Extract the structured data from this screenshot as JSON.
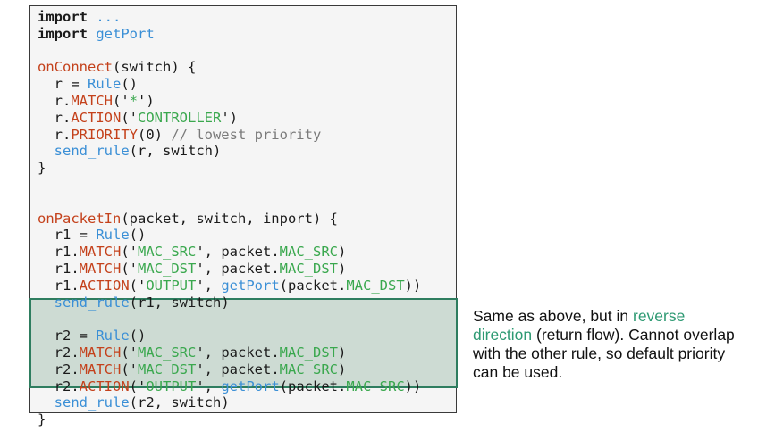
{
  "code_lines": [
    [
      {
        "t": "import",
        "c": "kw"
      },
      {
        "t": " ",
        "c": "plain"
      },
      {
        "t": "...",
        "c": "fn"
      }
    ],
    [
      {
        "t": "import",
        "c": "kw"
      },
      {
        "t": " ",
        "c": "plain"
      },
      {
        "t": "getPort",
        "c": "fn"
      }
    ],
    [],
    [
      {
        "t": "onConnect",
        "c": "call"
      },
      {
        "t": "(switch) {",
        "c": "plain"
      }
    ],
    [
      {
        "t": "  r = ",
        "c": "plain"
      },
      {
        "t": "Rule",
        "c": "fn"
      },
      {
        "t": "()",
        "c": "plain"
      }
    ],
    [
      {
        "t": "  r.",
        "c": "plain"
      },
      {
        "t": "MATCH",
        "c": "call"
      },
      {
        "t": "('",
        "c": "plain"
      },
      {
        "t": "*",
        "c": "str"
      },
      {
        "t": "')",
        "c": "plain"
      }
    ],
    [
      {
        "t": "  r.",
        "c": "plain"
      },
      {
        "t": "ACTION",
        "c": "call"
      },
      {
        "t": "('",
        "c": "plain"
      },
      {
        "t": "CONTROLLER",
        "c": "str"
      },
      {
        "t": "')",
        "c": "plain"
      }
    ],
    [
      {
        "t": "  r.",
        "c": "plain"
      },
      {
        "t": "PRIORITY",
        "c": "call"
      },
      {
        "t": "(0) ",
        "c": "plain"
      },
      {
        "t": "// lowest priority",
        "c": "cmt"
      }
    ],
    [
      {
        "t": "  ",
        "c": "plain"
      },
      {
        "t": "send_rule",
        "c": "fn"
      },
      {
        "t": "(r, switch)",
        "c": "plain"
      }
    ],
    [
      {
        "t": "}",
        "c": "plain"
      }
    ],
    [],
    [],
    [
      {
        "t": "onPacketIn",
        "c": "call"
      },
      {
        "t": "(packet, switch, inport) {",
        "c": "plain"
      }
    ],
    [
      {
        "t": "  r1 = ",
        "c": "plain"
      },
      {
        "t": "Rule",
        "c": "fn"
      },
      {
        "t": "()",
        "c": "plain"
      }
    ],
    [
      {
        "t": "  r1.",
        "c": "plain"
      },
      {
        "t": "MATCH",
        "c": "call"
      },
      {
        "t": "('",
        "c": "plain"
      },
      {
        "t": "MAC_SRC",
        "c": "str"
      },
      {
        "t": "', packet.",
        "c": "plain"
      },
      {
        "t": "MAC_SRC",
        "c": "str"
      },
      {
        "t": ")",
        "c": "plain"
      }
    ],
    [
      {
        "t": "  r1.",
        "c": "plain"
      },
      {
        "t": "MATCH",
        "c": "call"
      },
      {
        "t": "('",
        "c": "plain"
      },
      {
        "t": "MAC_DST",
        "c": "str"
      },
      {
        "t": "', packet.",
        "c": "plain"
      },
      {
        "t": "MAC_DST",
        "c": "str"
      },
      {
        "t": ")",
        "c": "plain"
      }
    ],
    [
      {
        "t": "  r1.",
        "c": "plain"
      },
      {
        "t": "ACTION",
        "c": "call"
      },
      {
        "t": "('",
        "c": "plain"
      },
      {
        "t": "OUTPUT",
        "c": "str"
      },
      {
        "t": "', ",
        "c": "plain"
      },
      {
        "t": "getPort",
        "c": "fn"
      },
      {
        "t": "(packet.",
        "c": "plain"
      },
      {
        "t": "MAC_DST",
        "c": "str"
      },
      {
        "t": "))",
        "c": "plain"
      }
    ],
    [
      {
        "t": "  ",
        "c": "plain"
      },
      {
        "t": "send_rule",
        "c": "fn"
      },
      {
        "t": "(r1, switch)",
        "c": "plain"
      }
    ],
    [],
    [
      {
        "t": "  r2 = ",
        "c": "plain"
      },
      {
        "t": "Rule",
        "c": "fn"
      },
      {
        "t": "()",
        "c": "plain"
      }
    ],
    [
      {
        "t": "  r2.",
        "c": "plain"
      },
      {
        "t": "MATCH",
        "c": "call"
      },
      {
        "t": "('",
        "c": "plain"
      },
      {
        "t": "MAC_SRC",
        "c": "str"
      },
      {
        "t": "', packet.",
        "c": "plain"
      },
      {
        "t": "MAC_DST",
        "c": "str"
      },
      {
        "t": ")",
        "c": "plain"
      }
    ],
    [
      {
        "t": "  r2.",
        "c": "plain"
      },
      {
        "t": "MATCH",
        "c": "call"
      },
      {
        "t": "('",
        "c": "plain"
      },
      {
        "t": "MAC_DST",
        "c": "str"
      },
      {
        "t": "', packet.",
        "c": "plain"
      },
      {
        "t": "MAC_SRC",
        "c": "str"
      },
      {
        "t": ")",
        "c": "plain"
      }
    ],
    [
      {
        "t": "  r2.",
        "c": "plain"
      },
      {
        "t": "ACTION",
        "c": "call"
      },
      {
        "t": "('",
        "c": "plain"
      },
      {
        "t": "OUTPUT",
        "c": "str"
      },
      {
        "t": "', ",
        "c": "plain"
      },
      {
        "t": "getPort",
        "c": "fn"
      },
      {
        "t": "(packet.",
        "c": "plain"
      },
      {
        "t": "MAC_SRC",
        "c": "str"
      },
      {
        "t": "))",
        "c": "plain"
      }
    ],
    [
      {
        "t": "  ",
        "c": "plain"
      },
      {
        "t": "send_rule",
        "c": "fn"
      },
      {
        "t": "(r2, switch)",
        "c": "plain"
      }
    ],
    [
      {
        "t": "}",
        "c": "plain"
      }
    ]
  ],
  "note": {
    "before": "Same as above, but in ",
    "accent": "reverse direction",
    "after": " (return flow). Cannot overlap with the other rule, so default priority can be used."
  },
  "colors": {
    "function": "#3a8fd6",
    "call": "#c4411b",
    "string": "#3aa84e",
    "comment": "#7a7a7a",
    "highlight_border": "#2e7d5f",
    "highlight_fill": "#cddbd3",
    "note_accent": "#2e9a73"
  }
}
